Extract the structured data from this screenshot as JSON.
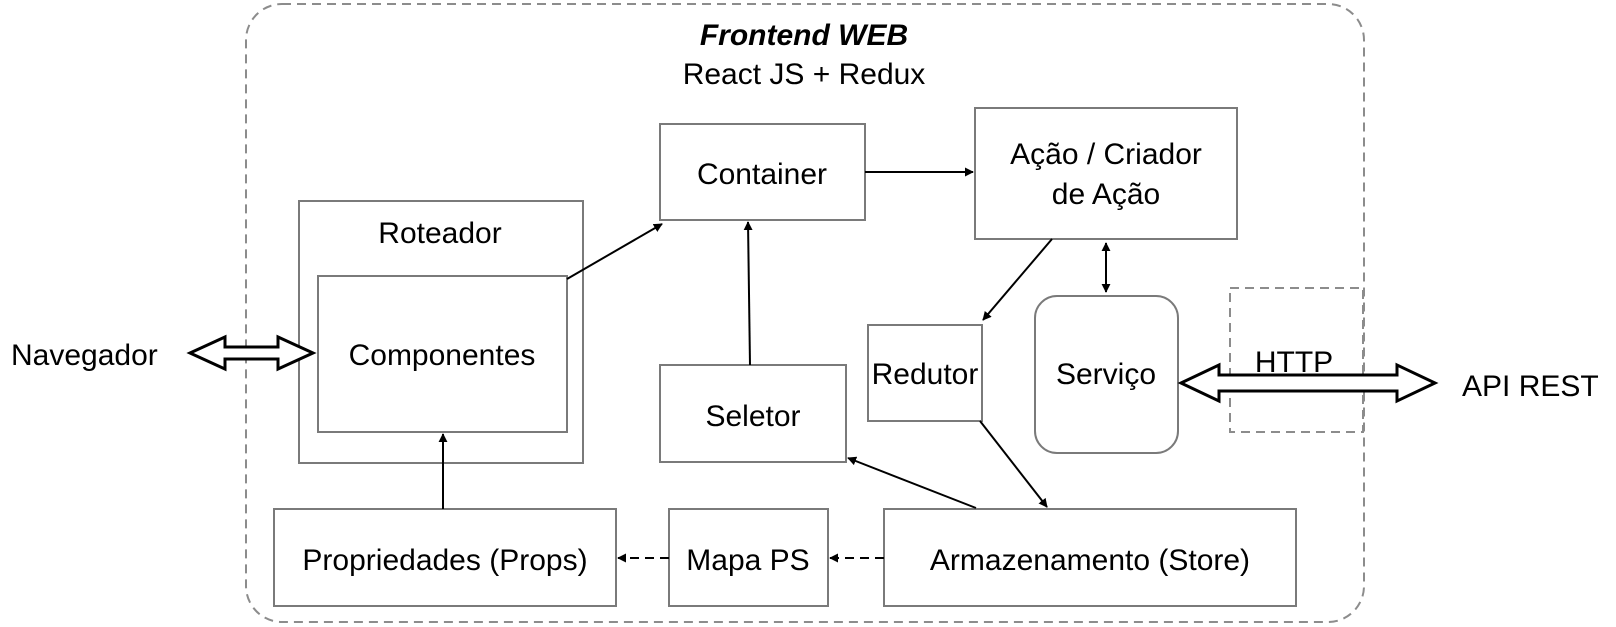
{
  "frame": {
    "title": "Frontend WEB",
    "subtitle": "React JS + Redux"
  },
  "nodes": {
    "navegador": "Navegador",
    "api_rest": "API REST",
    "roteador": "Roteador",
    "componentes": "Componentes",
    "container": "Container",
    "acao_line1": "Ação / Criador",
    "acao_line2": "de Ação",
    "redutor": "Redutor",
    "servico": "Serviço",
    "http": "HTTP",
    "seletor": "Seletor",
    "propriedades": "Propriedades (Props)",
    "mapa_ps": "Mapa PS",
    "armazenamento": "Armazenamento (Store)"
  },
  "colors": {
    "box_stroke": "#7a7a7a",
    "frame_stroke": "#8c8c8c",
    "arrow": "#000000",
    "background": "#ffffff"
  }
}
